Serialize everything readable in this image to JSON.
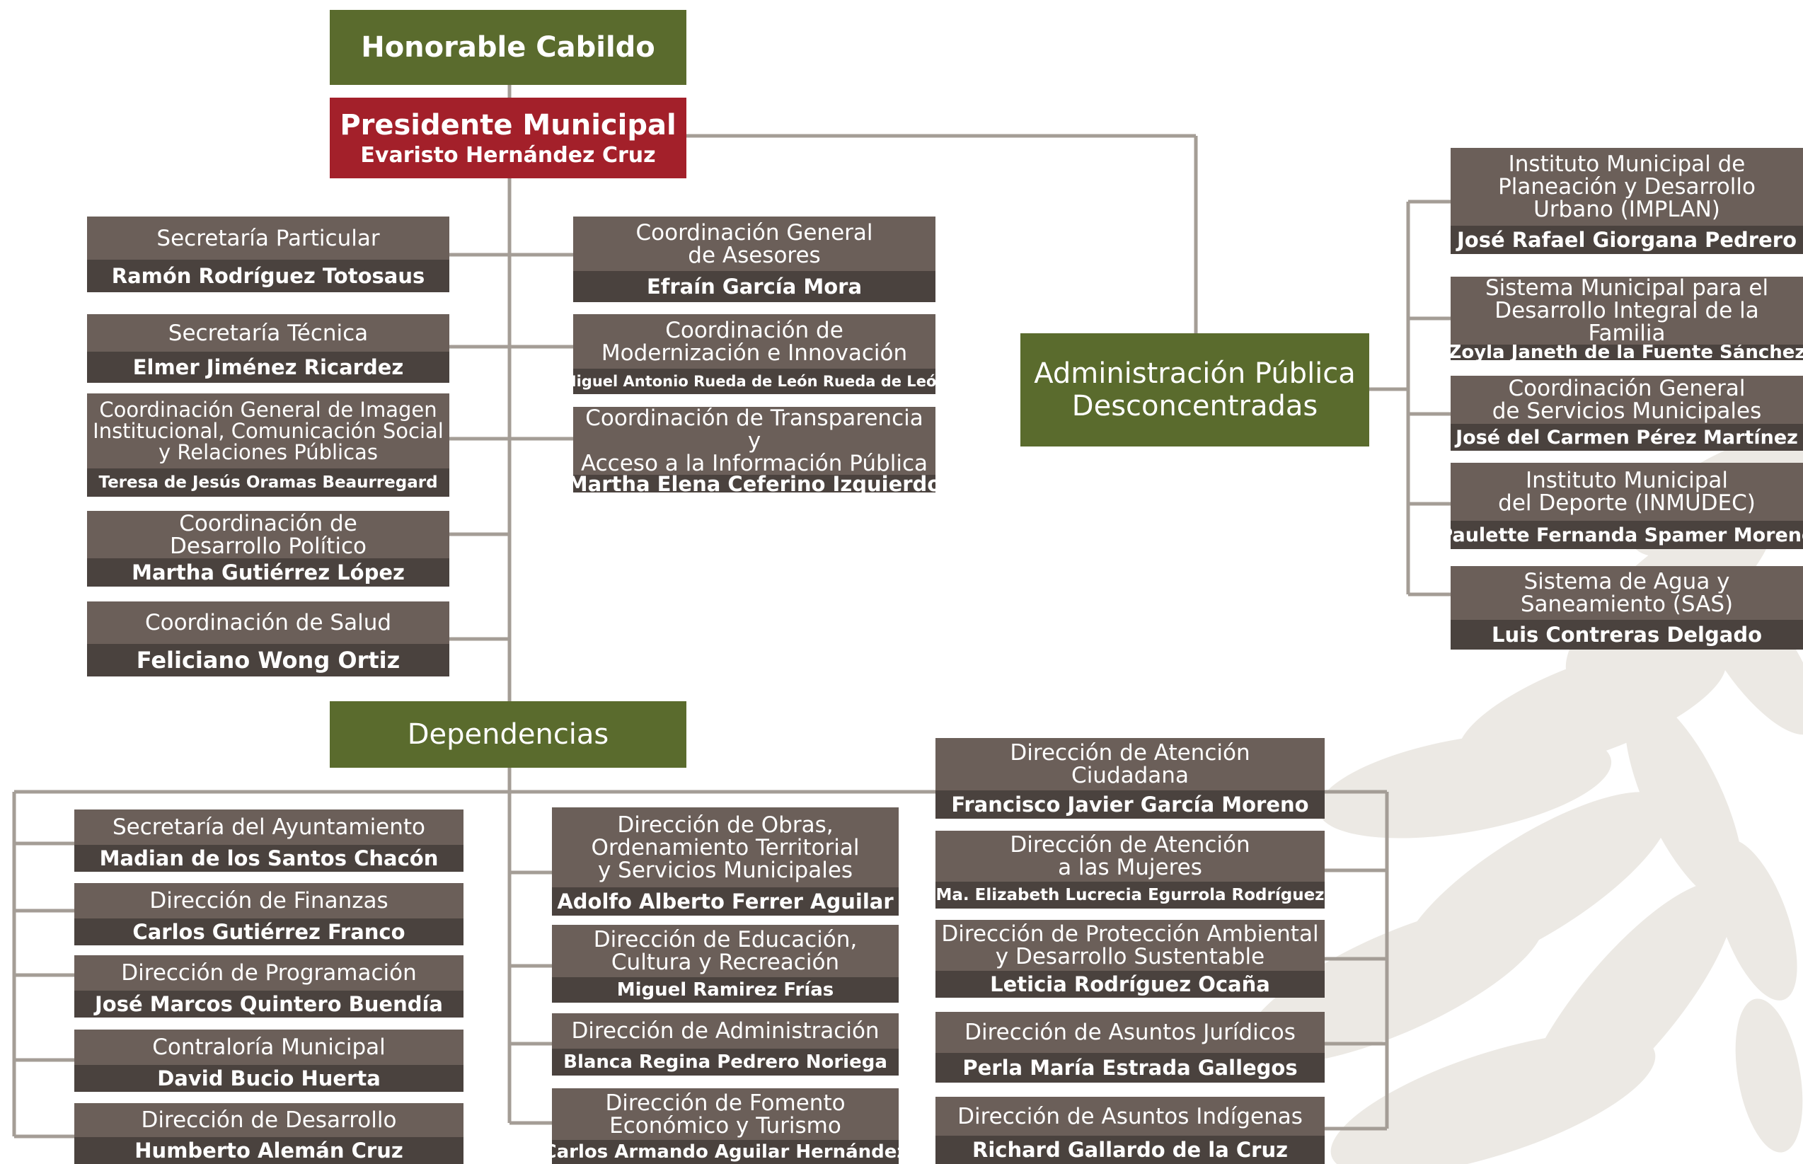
{
  "colors": {
    "green": "#5a6b2d",
    "red": "#a3202a",
    "unit_title": "#6b5f59",
    "unit_name": "#4a423e",
    "line": "#a49d96"
  },
  "top": {
    "cabildo": "Honorable Cabildo",
    "presidente_title": "Presidente Municipal",
    "presidente_name": "Evaristo Hernández Cruz"
  },
  "staff_left": [
    {
      "title": [
        "Secretaría Particular"
      ],
      "name": "Ramón Rodríguez Totosaus"
    },
    {
      "title": [
        "Secretaría Técnica"
      ],
      "name": "Elmer Jiménez Ricardez"
    },
    {
      "title": [
        "Coordinación General de Imagen",
        "Institucional, Comunicación Social",
        "y Relaciones Públicas"
      ],
      "name": "Teresa de Jesús Oramas Beaurregard"
    },
    {
      "title": [
        "Coordinación de",
        "Desarrollo Político"
      ],
      "name": "Martha Gutiérrez López"
    },
    {
      "title": [
        "Coordinación de Salud"
      ],
      "name": "Feliciano Wong Ortiz"
    }
  ],
  "staff_right": [
    {
      "title": [
        "Coordinación General",
        "de Asesores"
      ],
      "name": "Efraín García Mora"
    },
    {
      "title": [
        "Coordinación de",
        "Modernización e Innovación"
      ],
      "name": "Miguel Antonio Rueda de León Rueda de León"
    },
    {
      "title": [
        "Coordinación de Transparencia y",
        "Acceso a la Información Pública"
      ],
      "name": "Martha Elena Ceferino Izquierdo"
    }
  ],
  "desconcentradas": {
    "label": [
      "Administración Pública",
      "Desconcentradas"
    ],
    "items": [
      {
        "title": [
          "Instituto Municipal de",
          "Planeación y Desarrollo",
          "Urbano (IMPLAN)"
        ],
        "name": "José Rafael Giorgana Pedrero"
      },
      {
        "title": [
          "Sistema Municipal para el",
          "Desarrollo Integral de la Familia"
        ],
        "name": "Zoyla Janeth de la Fuente Sánchez"
      },
      {
        "title": [
          "Coordinación General",
          "de Servicios Municipales"
        ],
        "name": "José del Carmen Pérez Martínez"
      },
      {
        "title": [
          "Instituto Municipal",
          "del Deporte (INMUDEC)"
        ],
        "name": "Paulette Fernanda Spamer Moreno"
      },
      {
        "title": [
          "Sistema de Agua y",
          "Saneamiento (SAS)"
        ],
        "name": "Luis Contreras Delgado"
      }
    ]
  },
  "dependencias": {
    "label": "Dependencias",
    "col1": [
      {
        "title": [
          "Secretaría del Ayuntamiento"
        ],
        "name": "Madian de los Santos Chacón"
      },
      {
        "title": [
          "Dirección de Finanzas"
        ],
        "name": "Carlos Gutiérrez Franco"
      },
      {
        "title": [
          "Dirección de Programación"
        ],
        "name": "José Marcos Quintero Buendía"
      },
      {
        "title": [
          "Contraloría Municipal"
        ],
        "name": "David Bucio Huerta"
      },
      {
        "title": [
          "Dirección de Desarrollo"
        ],
        "name": "Humberto Alemán Cruz"
      }
    ],
    "col2": [
      {
        "title": [
          "Dirección de Obras,",
          "Ordenamiento Territorial",
          "y Servicios Municipales"
        ],
        "name": "Adolfo Alberto Ferrer Aguilar"
      },
      {
        "title": [
          "Dirección de Educación,",
          "Cultura y Recreación"
        ],
        "name": "Miguel Ramirez Frías"
      },
      {
        "title": [
          "Dirección de Administración"
        ],
        "name": "Blanca Regina Pedrero Noriega"
      },
      {
        "title": [
          "Dirección de Fomento",
          "Económico y Turismo"
        ],
        "name": "Carlos Armando Aguilar Hernández"
      }
    ],
    "col3": [
      {
        "title": [
          "Dirección de Atención",
          "Ciudadana"
        ],
        "name": "Francisco Javier García Moreno"
      },
      {
        "title": [
          "Dirección de Atención",
          "a las Mujeres"
        ],
        "name": "Ma. Elizabeth Lucrecia Egurrola Rodríguez"
      },
      {
        "title": [
          "Dirección de Protección Ambiental",
          "y Desarrollo Sustentable"
        ],
        "name": "Leticia Rodríguez Ocaña"
      },
      {
        "title": [
          "Dirección de Asuntos Jurídicos"
        ],
        "name": "Perla María Estrada Gallegos"
      },
      {
        "title": [
          "Dirección de Asuntos Indígenas"
        ],
        "name": "Richard Gallardo de la Cruz"
      }
    ]
  }
}
